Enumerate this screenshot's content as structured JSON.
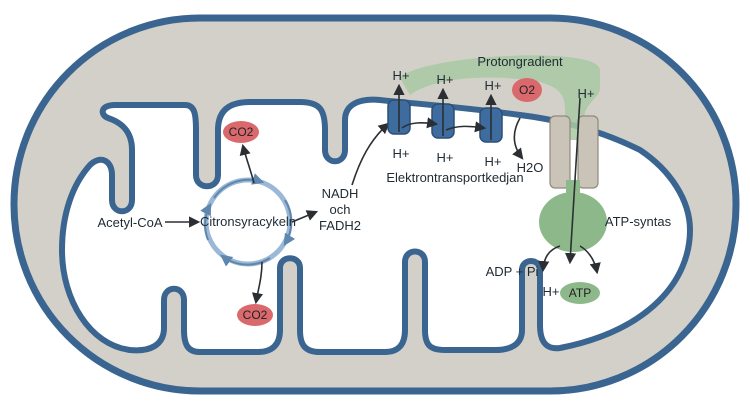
{
  "labels": {
    "acetyl_coa": "Acetyl-CoA",
    "krebs_cycle": "Citronsyracykeln",
    "co2_top": "CO2",
    "co2_bottom": "CO2",
    "nadh": "NADH",
    "och": "och",
    "fadh2": "FADH2",
    "proton_gradient": "Protongradient",
    "etc": "Elektrontransportkedjan",
    "o2": "O2",
    "h2o": "H2O",
    "h_plus": "H+",
    "atp_synthase": "ATP-syntas",
    "adp_pi": "ADP + Pi",
    "atp": "ATP"
  },
  "colors": {
    "outer_membrane": "#3a6591",
    "intermembrane_space": "#d3d0c9",
    "matrix": "#ffffff",
    "protein_complex": "#3e6c9e",
    "proton_gradient": "#a8c9a2",
    "atp_synthase_head": "#8db98a",
    "atp_synthase_stalk": "#c9c4b7",
    "co2_pill": "#d9696d",
    "o2_pill": "#d9696d",
    "atp_pill": "#8db98a",
    "cycle_arrow": "#7fa3c5"
  }
}
